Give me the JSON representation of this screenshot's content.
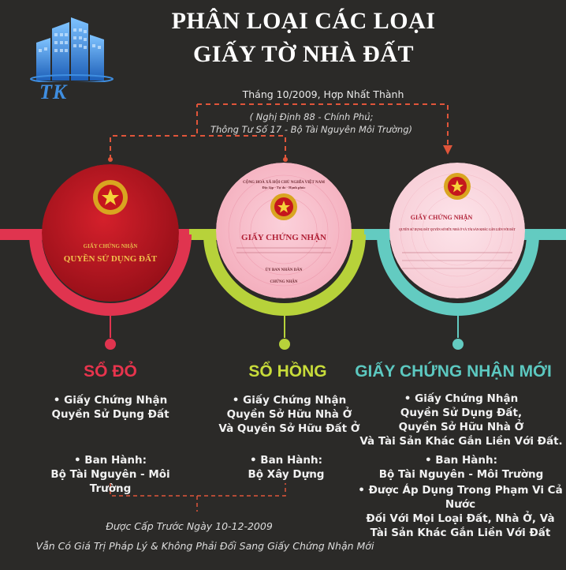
{
  "title": {
    "line1": "PHÂN LOẠI CÁC LOẠI",
    "line2": "GIẤY TỜ NHÀ ĐẤT"
  },
  "logo": {
    "mark": "TK",
    "icon": "building-icon"
  },
  "merge": {
    "headline": "Tháng 10/2009, Hợp Nhất Thành",
    "note1": "( Nghị Định 88 - Chính Phủ;",
    "note2": "Thông Tư  Số 17 - Bộ Tài Nguyên Môi Trường)"
  },
  "colors": {
    "red": "#e0344f",
    "green": "#b7d23a",
    "teal": "#63cbc1",
    "background": "#2b2a28",
    "dashed": "#e0553a"
  },
  "certificates": [
    {
      "name": "SỔ ĐỎ",
      "cover_small": "GIẤY CHỨNG NHẬN",
      "cover_big": "QUYỀN SỬ DỤNG ĐẤT",
      "bullet1": "• Giấy Chứng Nhận\nQuyền Sử Dụng Đất",
      "bullet2": "• Ban Hành:\nBộ Tài Nguyên - Môi Trường"
    },
    {
      "name": "SỔ HỒNG",
      "cover_header": "CỘNG HOÀ XÃ HỘI CHỦ NGHĨA VIỆT NAM",
      "cover_motto": "Độc lập - Tự do - Hạnh phúc",
      "cover_big": "GIẤY CHỨNG NHẬN",
      "cover_sub": "ỦY BAN NHÂN DÂN",
      "cover_sub2": "CHỨNG NHẬN",
      "bullet1": "• Giấy Chứng Nhận\nQuyền Sở Hữu Nhà Ở\nVà Quyền Sở Hữu Đất Ở",
      "bullet2": "• Ban Hành:\nBộ Xây Dựng"
    },
    {
      "name": "GIẤY CHỨNG NHẬN MỚI",
      "cover_big": "GIẤY CHỨNG NHẬN",
      "cover_sub": "QUYỀN SỬ DỤNG ĐẤT QUYỀN SỞ HỮU NHÀ Ở VÀ TÀI SẢN KHÁC GẮN LIỀN VỚI ĐẤT",
      "bullet1": "• Giấy Chứng Nhận\nQuyền Sử Dụng Đất,\nQuyền Sở Hữu Nhà Ở\nVà Tài Sản Khác Gắn Liền Với Đất.",
      "bullet2": "• Ban Hành:\nBộ Tài Nguyên - Môi Trường",
      "bullet3": "• Được Áp Dụng Trong Phạm Vi Cả Nước\nĐối Với Mọi Loại Đất, Nhà Ở, Và\nTài Sản Khác Gắn Liền Với Đất"
    }
  ],
  "footer": {
    "line1": "Được Cấp  Trước Ngày 10-12-2009",
    "line2": "Vẫn Có Giá Trị Pháp Lý & Không Phải Đổi Sang Giấy Chứng Nhận Mới"
  }
}
